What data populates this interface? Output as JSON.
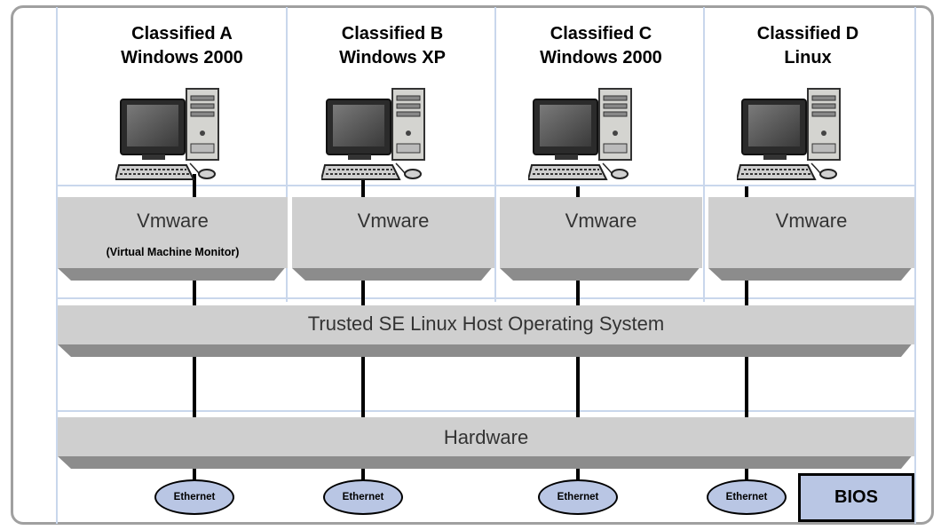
{
  "machines": [
    {
      "name": "Classified A",
      "os": "Windows 2000",
      "vmm": "Vmware",
      "vmm_sub": "(Virtual Machine Monitor)"
    },
    {
      "name": "Classified B",
      "os": "Windows XP",
      "vmm": "Vmware"
    },
    {
      "name": "Classified C",
      "os": "Windows 2000",
      "vmm": "Vmware"
    },
    {
      "name": "Classified D",
      "os": "Linux",
      "vmm": "Vmware"
    }
  ],
  "host_os": "Trusted SE Linux Host Operating System",
  "hardware": "Hardware",
  "ethernet": [
    "Ethernet",
    "Ethernet",
    "Ethernet",
    "Ethernet"
  ],
  "bios": "BIOS",
  "colors": {
    "slab": "#cfcfcf",
    "slab_shadow": "#8c8c8c",
    "gridline": "#c9d7ec",
    "node_fill": "#b9c6e4",
    "frame": "#a0a0a0"
  },
  "icons": [
    "desktop-computer-icon"
  ]
}
